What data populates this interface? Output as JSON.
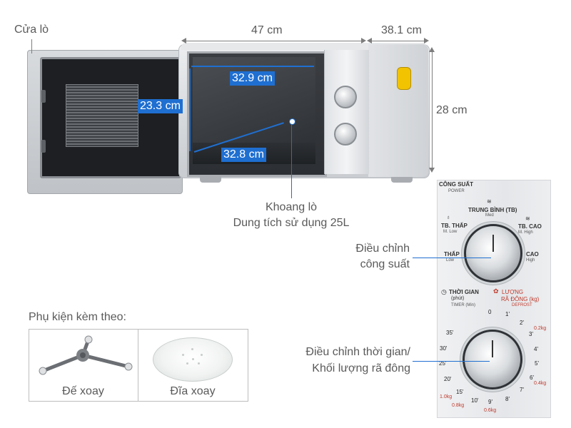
{
  "labels": {
    "door": "Cửa lò",
    "width": "47 cm",
    "depth": "38.1 cm",
    "height": "28 cm",
    "cavity_width": "32.9 cm",
    "cavity_height": "23.3 cm",
    "cavity_depth": "32.8 cm",
    "cavity_title": "Khoang lò",
    "cavity_capacity": "Dung tích sử dụng 25L",
    "power_control_line1": "Điều chỉnh",
    "power_control_line2": "công suất",
    "timer_control_line1": "Điều chỉnh thời gian/",
    "timer_control_line2": "Khối lượng rã đông",
    "accessories_title": "Phụ kiện kèm theo:",
    "accessory_1": "Đế xoay",
    "accessory_2": "Đĩa xoay"
  },
  "panel": {
    "power_title": "CÔNG SUẤT",
    "power_sub": "POWER",
    "med_title": "TRUNG BÌNH (TB)",
    "med_sub": "Med",
    "mlow_title": "TB. THẤP",
    "mlow_sub": "M. Low",
    "mhigh_title": "TB. CAO",
    "mhigh_sub": "M. High",
    "low_title": "THẤP",
    "low_sub": "Low",
    "high_title": "CAO",
    "high_sub": "High",
    "timer_title": "THỜI GIAN",
    "timer_title2": "(phút)",
    "timer_sub": "TIMER (Min)",
    "defrost_title": "LƯỢNG",
    "defrost_title2": "RÃ ĐÔNG (kg)",
    "defrost_sub": "DEFROST",
    "ticks": {
      "t0": "0",
      "t1": "1'",
      "t2": "2'",
      "t3": "3'",
      "t4": "4'",
      "t5": "5'",
      "t6": "6'",
      "t7": "7'",
      "t8": "8'",
      "t9": "9'",
      "t10": "10'",
      "t15": "15'",
      "t20": "20'",
      "t25": "25'",
      "t30": "30'",
      "t35": "35'",
      "k02": "0.2kg",
      "k04": "0.4kg",
      "k06": "0.6kg",
      "k08": "0.8kg",
      "k10": "1.0kg"
    }
  }
}
